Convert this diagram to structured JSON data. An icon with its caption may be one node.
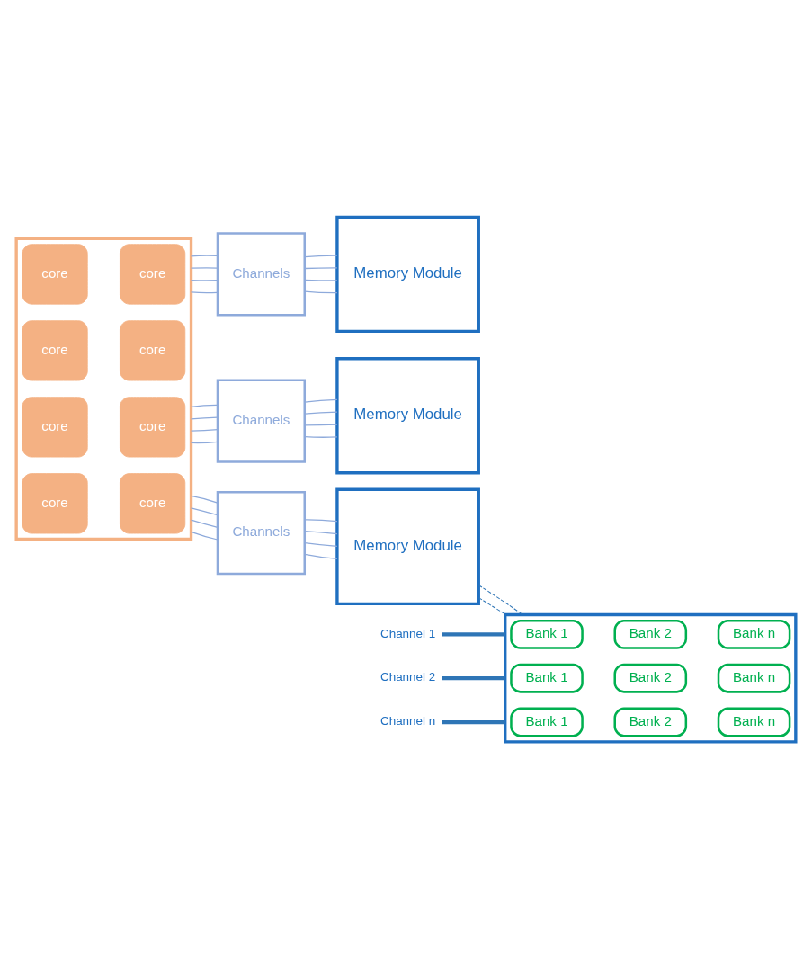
{
  "diagram": {
    "nodes": [
      {
        "text": [],
        "shape": "box"
      },
      {
        "text": [
          "core"
        ],
        "in": 0
      },
      {
        "text": [
          "core"
        ],
        "in": 0
      },
      {
        "text": [
          "core"
        ],
        "in": 0
      },
      {
        "text": [
          "core"
        ],
        "in": 0
      },
      {
        "text": [
          "core"
        ],
        "in": 0
      },
      {
        "text": [
          "core"
        ],
        "in": 0
      },
      {
        "text": [
          "core"
        ],
        "in": 0
      },
      {
        "text": [
          "core"
        ],
        "in": 0
      },
      {
        "text": [
          "Channels"
        ]
      },
      {
        "text": [
          "Channels"
        ]
      },
      {
        "text": [
          "Channels"
        ]
      },
      {
        "text": [
          "Memory Module"
        ]
      },
      {
        "text": [
          "Memory Module"
        ]
      },
      {
        "text": [
          "Memory Module"
        ]
      },
      {
        "text": [],
        "shape": "box"
      },
      {
        "text": [
          "Bank 1"
        ],
        "in": 15
      },
      {
        "text": [
          "Bank 2"
        ],
        "in": 15
      },
      {
        "text": [
          "Bank n"
        ],
        "in": 15
      },
      {
        "text": [
          "Bank 1"
        ],
        "in": 15
      },
      {
        "text": [
          "Bank 2"
        ],
        "in": 15
      },
      {
        "text": [
          "Bank n"
        ],
        "in": 15
      },
      {
        "text": [
          "Bank 1"
        ],
        "in": 15
      },
      {
        "text": [
          "Bank 2"
        ],
        "in": 15
      },
      {
        "text": [
          "Bank n"
        ],
        "in": 15
      },
      {
        "text": [
          "Channel 1"
        ]
      },
      {
        "text": [
          "Channel 2"
        ]
      },
      {
        "text": [
          "Channel n"
        ]
      }
    ],
    "edges": [
      {
        "from": 0,
        "to": 9,
        "arrow": "none"
      },
      {
        "from": 0,
        "to": 9,
        "arrow": "none"
      },
      {
        "from": 0,
        "to": 9,
        "arrow": "none"
      },
      {
        "from": 0,
        "to": 9,
        "arrow": "none"
      },
      {
        "from": 9,
        "to": 12,
        "arrow": "none"
      },
      {
        "from": 9,
        "to": 12,
        "arrow": "none"
      },
      {
        "from": 9,
        "to": 12,
        "arrow": "none"
      },
      {
        "from": 9,
        "to": 12,
        "arrow": "none"
      },
      {
        "from": 0,
        "to": 10,
        "arrow": "none"
      },
      {
        "from": 0,
        "to": 10,
        "arrow": "none"
      },
      {
        "from": 0,
        "to": 10,
        "arrow": "none"
      },
      {
        "from": 0,
        "to": 10,
        "arrow": "none"
      },
      {
        "from": 10,
        "to": 13,
        "arrow": "none"
      },
      {
        "from": 10,
        "to": 13,
        "arrow": "none"
      },
      {
        "from": 10,
        "to": 13,
        "arrow": "none"
      },
      {
        "from": 10,
        "to": 13,
        "arrow": "none"
      },
      {
        "from": 0,
        "to": 11,
        "arrow": "none"
      },
      {
        "from": 0,
        "to": 11,
        "arrow": "none"
      },
      {
        "from": 0,
        "to": 11,
        "arrow": "none"
      },
      {
        "from": 0,
        "to": 11,
        "arrow": "none"
      },
      {
        "from": 11,
        "to": 14,
        "arrow": "none"
      },
      {
        "from": 11,
        "to": 14,
        "arrow": "none"
      },
      {
        "from": 11,
        "to": 14,
        "arrow": "none"
      },
      {
        "from": 11,
        "to": 14,
        "arrow": "none"
      },
      {
        "from": 14,
        "to": 15,
        "arrow": "none",
        "style": "dashed",
        "color": "#2e75b6"
      },
      {
        "from": 14,
        "to": 15,
        "arrow": "none",
        "style": "dashed",
        "color": "#2e75b6"
      },
      {
        "from": 25,
        "to": 15,
        "arrow": "none",
        "style": "thick",
        "color": "#2e75b6"
      },
      {
        "from": 26,
        "to": 15,
        "arrow": "none",
        "style": "thick",
        "color": "#2e75b6"
      },
      {
        "from": 27,
        "to": 15,
        "arrow": "none",
        "style": "thick",
        "color": "#2e75b6"
      }
    ]
  }
}
